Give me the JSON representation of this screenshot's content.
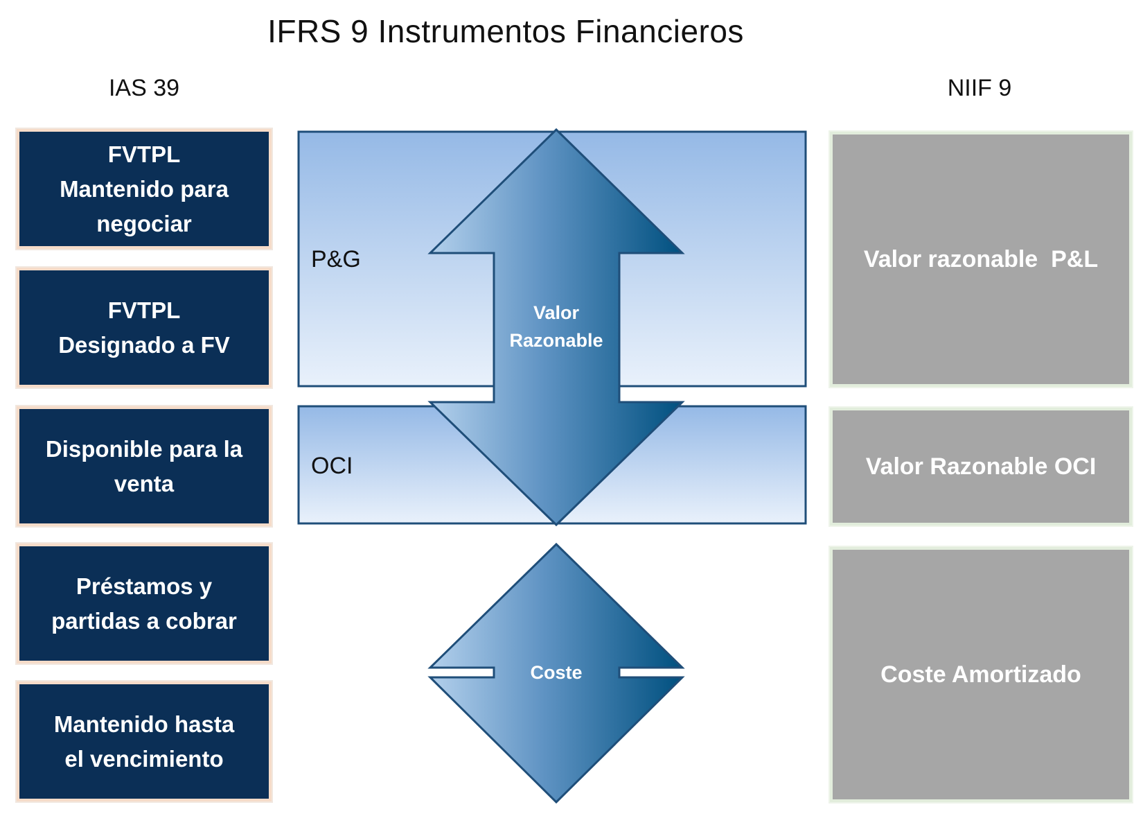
{
  "title": "IFRS 9 Instrumentos Financieros",
  "headers": {
    "left": "IAS 39",
    "right": "NIIF 9"
  },
  "ias39": [
    "FVTPL\nMantenido para\nnegociar",
    "FVTPL\nDesignado a FV",
    "Disponible para la\nventa",
    "Préstamos y\npartidas a cobrar",
    "Mantenido hasta\nel vencimiento"
  ],
  "center": {
    "pg_label": "P&G",
    "oci_label": "OCI",
    "fair_value_arrow": [
      "Valor",
      "Razonable"
    ],
    "cost_arrow": "Coste"
  },
  "niif9": [
    "Valor razonable  P&L",
    "Valor Razonable OCI",
    "Coste Amortizado"
  ],
  "colors": {
    "left_box": "#0b2f56",
    "right_box": "#a6a6a6",
    "band_border": "#1f4e79",
    "arrow_light": "#a9c8e8",
    "arrow_dark": "#00507f"
  }
}
